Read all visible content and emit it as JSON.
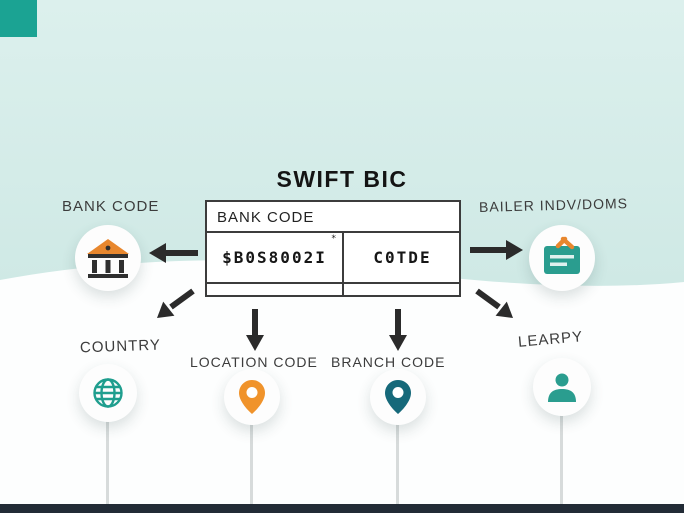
{
  "title": "SWIFT BIC",
  "center_box": {
    "header": "BANK CODE",
    "footnote_mark": "*",
    "bank_code_value": "$B0S8002I",
    "location_code_value": "C0TDE"
  },
  "callouts": {
    "bank_code": "BANK CODE",
    "bailer_indv_doms": "BAILER INDV/DOMS",
    "country": "COUNTRY",
    "location_code": "LOCATION CODE",
    "branch_code": "BRANCH CODE",
    "learpy": "LEARPY"
  },
  "icons": {
    "bank": "bank-building-icon",
    "ballot": "ballot-card-icon",
    "globe": "globe-icon",
    "pin_orange": "map-pin-orange-icon",
    "pin_teal": "map-pin-teal-icon",
    "person": "person-icon"
  },
  "colors": {
    "teal_accent": "#1ba393",
    "orange_accent": "#e8872e",
    "dark_pin": "#16697a",
    "arrow": "#2b2b2b",
    "background_top": "#d6ece9",
    "bottom_bar": "#222b36"
  }
}
